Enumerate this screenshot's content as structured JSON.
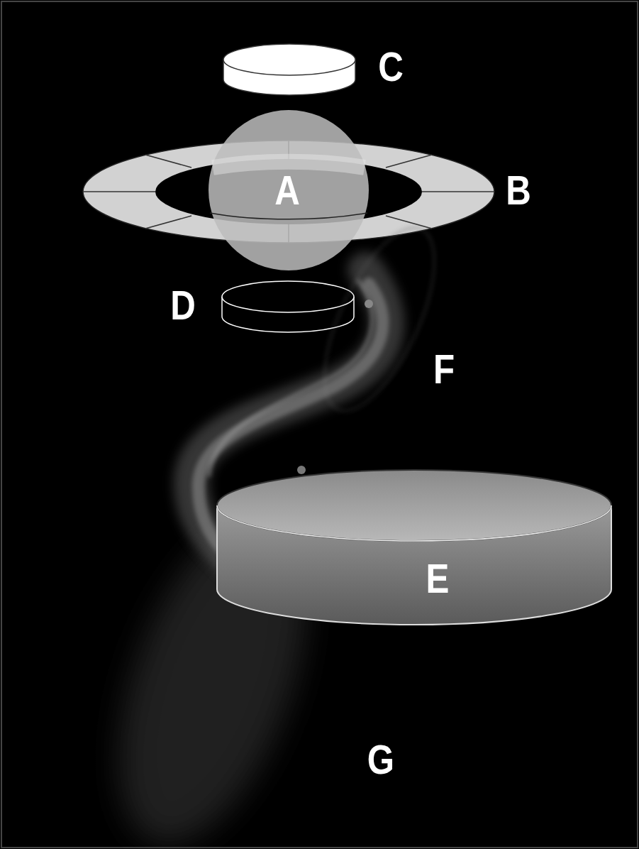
{
  "diagram": {
    "labels": [
      "C",
      "A",
      "B",
      "D",
      "F",
      "E",
      "G"
    ]
  }
}
